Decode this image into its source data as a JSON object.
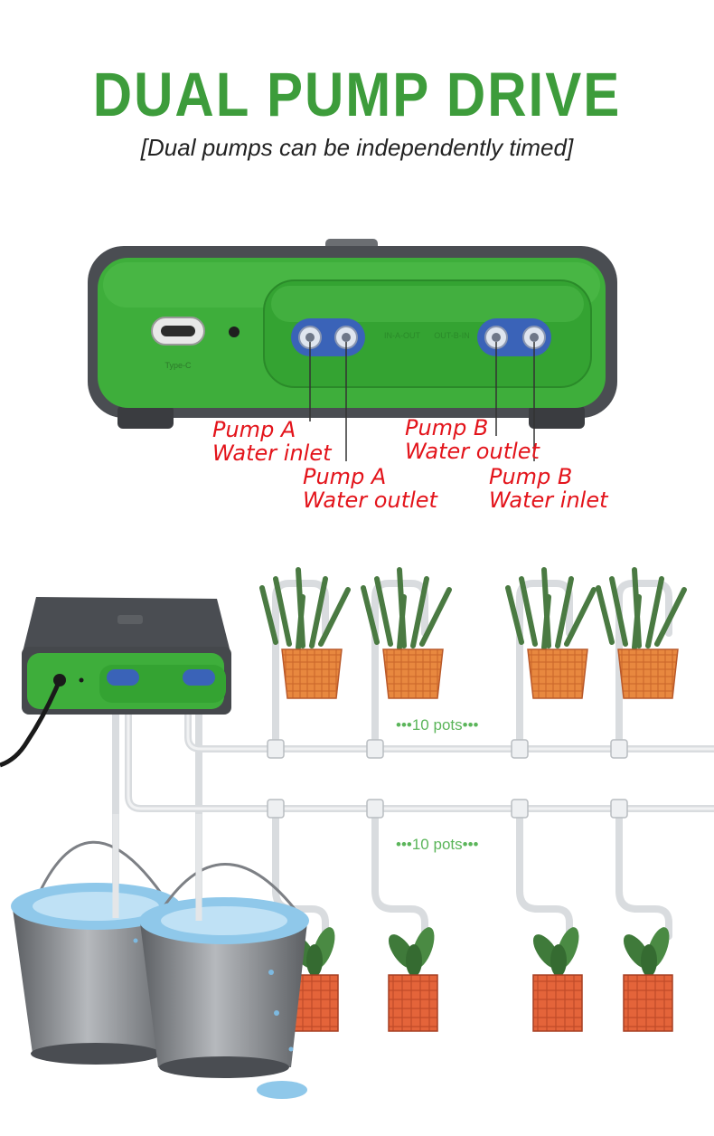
{
  "header": {
    "title": "DUAL PUMP DRIVE",
    "subtitle_open": "[",
    "subtitle": "Dual pumps can be independently timed",
    "subtitle_close": "]"
  },
  "device": {
    "port_label": "Type-C",
    "port_a_label": "IN-A-OUT",
    "port_b_label": "OUT-B-IN"
  },
  "callouts": {
    "pump_a_inlet": {
      "line1": "Pump A",
      "line2": "Water inlet"
    },
    "pump_a_outlet": {
      "line1": "Pump A",
      "line2": "Water outlet"
    },
    "pump_b_outlet": {
      "line1": "Pump B",
      "line2": "Water outlet"
    },
    "pump_b_inlet": {
      "line1": "Pump B",
      "line2": "Water inlet"
    }
  },
  "system": {
    "top_row_label": "•••10 pots•••",
    "bottom_row_label": "•••10 pots•••"
  },
  "colors": {
    "brand_green": "#3d9c3b",
    "callout_red": "#e3141b",
    "device_green": "#3eae3b",
    "casing_gray": "#4a4d52"
  }
}
